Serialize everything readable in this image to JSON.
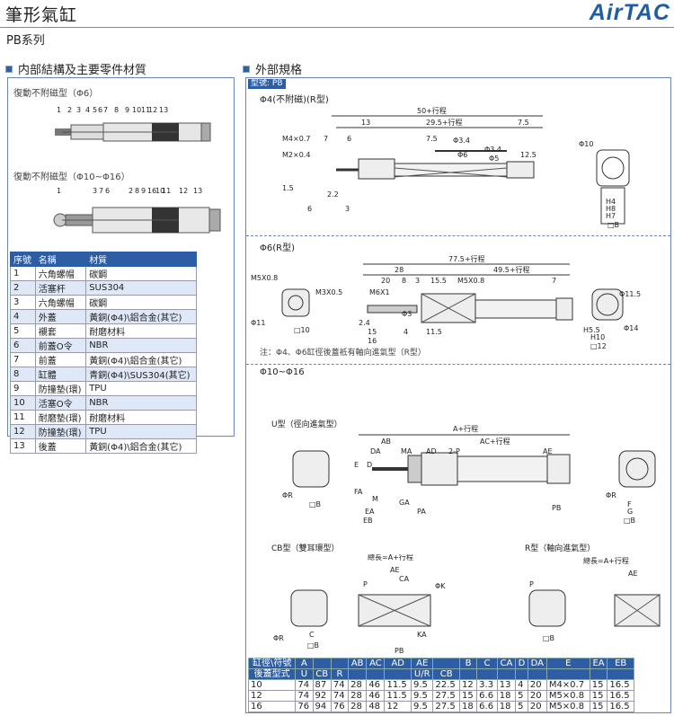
{
  "header": {
    "title": "筆形氣缸",
    "subtitle": "PB系列",
    "brand": "AirTAC"
  },
  "left_section": {
    "title": "内部結構及主要零件材質",
    "diagram1_label": "復動不附磁型（Φ6）",
    "diagram1_numbers": [
      "1",
      "2",
      "3",
      "4",
      "5",
      "6",
      "7",
      "8",
      "9",
      "10",
      "11",
      "12",
      "13"
    ],
    "diagram2_label": "復動不附磁型（Φ10~Φ16）",
    "diagram2_numbers": [
      "1",
      "3",
      "7",
      "6",
      "2",
      "8",
      "9",
      "16",
      "10",
      "11",
      "12",
      "13"
    ],
    "table_headers": [
      "序號",
      "名稱",
      "材質"
    ],
    "parts": [
      [
        "1",
        "六角螺帽",
        "碳鋼"
      ],
      [
        "2",
        "活塞杆",
        "SUS304"
      ],
      [
        "3",
        "六角螺帽",
        "碳鋼"
      ],
      [
        "4",
        "外蓋",
        "黃銅(Φ4)\\鋁合金(其它)"
      ],
      [
        "5",
        "襯套",
        "耐磨材料"
      ],
      [
        "6",
        "前蓋O令",
        "NBR"
      ],
      [
        "7",
        "前蓋",
        "黃銅(Φ4)\\鋁合金(其它)"
      ],
      [
        "8",
        "缸體",
        "青銅(Φ4)\\SUS304(其它)"
      ],
      [
        "9",
        "防撞墊(環)",
        "TPU"
      ],
      [
        "10",
        "活塞O令",
        "NBR"
      ],
      [
        "11",
        "耐磨墊(環)",
        "耐磨材料"
      ],
      [
        "12",
        "防撞墊(環)",
        "TPU"
      ],
      [
        "13",
        "後蓋",
        "黃銅(Φ4)\\鋁合金(其它)"
      ]
    ]
  },
  "right_section": {
    "title": "外部規格",
    "model_tag": "型號: PB",
    "phi4": {
      "label": "Φ4(不附磁)(R型)",
      "dims": [
        "50+行程",
        "13",
        "29.5+行程",
        "7.5",
        "M4×0.7",
        "7",
        "6",
        "7.5",
        "Φ3.4",
        "M2×0.4",
        "Φ6",
        "Φ3.4",
        "Φ5",
        "12.5",
        "1.5",
        "6",
        "2.2",
        "3",
        "Φ10",
        "H4",
        "H8",
        "H7",
        "□B"
      ]
    },
    "phi6": {
      "label": "Φ6(R型)",
      "dims": [
        "77.5+行程",
        "28",
        "49.5+行程",
        "20",
        "8",
        "3",
        "15.5",
        "M5X0.8",
        "7",
        "M5X0.8",
        "M3X0.5",
        "M6X1",
        "Φ3",
        "2.4",
        "15",
        "4",
        "11.5",
        "16",
        "Φ11",
        "□10",
        "Φ11.5",
        "Φ14",
        "H5.5",
        "H10",
        "□12"
      ],
      "note": "注：Φ4、Φ6缸徑後蓋祗有軸向進氣型（R型）"
    },
    "phi10": {
      "label": "Φ10~Φ16",
      "u_label": "U型（徑向進氣型）",
      "u_dims": [
        "A+行程",
        "AB",
        "AC+行程",
        "DA",
        "MA",
        "AD",
        "2-P",
        "AE",
        "E",
        "D",
        "FA",
        "M",
        "GA",
        "EA",
        "PA",
        "EB",
        "ΦR",
        "□B",
        "ΦR",
        "F",
        "G",
        "□B",
        "PB"
      ],
      "cb_label": "CB型（雙耳環型）",
      "cb_dims": [
        "總長=A+行程",
        "AE",
        "CA",
        "P",
        "ΦK",
        "ΦR",
        "C",
        "□B",
        "KA",
        "PB"
      ],
      "r_label": "R型（軸向進氣型）",
      "r_dims": [
        "總長=A+行程",
        "AE",
        "P",
        "□B"
      ]
    },
    "spec_table": {
      "headers_row1": [
        "缸徑\\符號",
        "A",
        "",
        "",
        "AB",
        "AC",
        "AD",
        "AE",
        "",
        "B",
        "C",
        "CA",
        "D",
        "DA",
        "E",
        "EA",
        "EB"
      ],
      "headers_row2": [
        "後蓋型式",
        "U",
        "CB",
        "R",
        "",
        "",
        "",
        "U/R",
        "CB",
        "",
        "",
        "",
        "",
        "",
        "",
        "",
        ""
      ],
      "rows": [
        [
          "10",
          "74",
          "87",
          "74",
          "28",
          "46",
          "11.5",
          "9.5",
          "22.5",
          "12",
          "3.3",
          "13",
          "4",
          "20",
          "M4×0.7",
          "15",
          "16.5"
        ],
        [
          "12",
          "74",
          "92",
          "74",
          "28",
          "46",
          "11.5",
          "9.5",
          "27.5",
          "15",
          "6.6",
          "18",
          "5",
          "20",
          "M5×0.8",
          "15",
          "16.5"
        ],
        [
          "16",
          "76",
          "94",
          "76",
          "28",
          "48",
          "12",
          "9.5",
          "27.5",
          "18",
          "6.6",
          "18",
          "5",
          "20",
          "M5×0.8",
          "15",
          "16.5"
        ]
      ]
    }
  },
  "colors": {
    "accent": "#2c5da5",
    "row_alt": "#dfe8f6",
    "logo": "#1f5da8"
  }
}
